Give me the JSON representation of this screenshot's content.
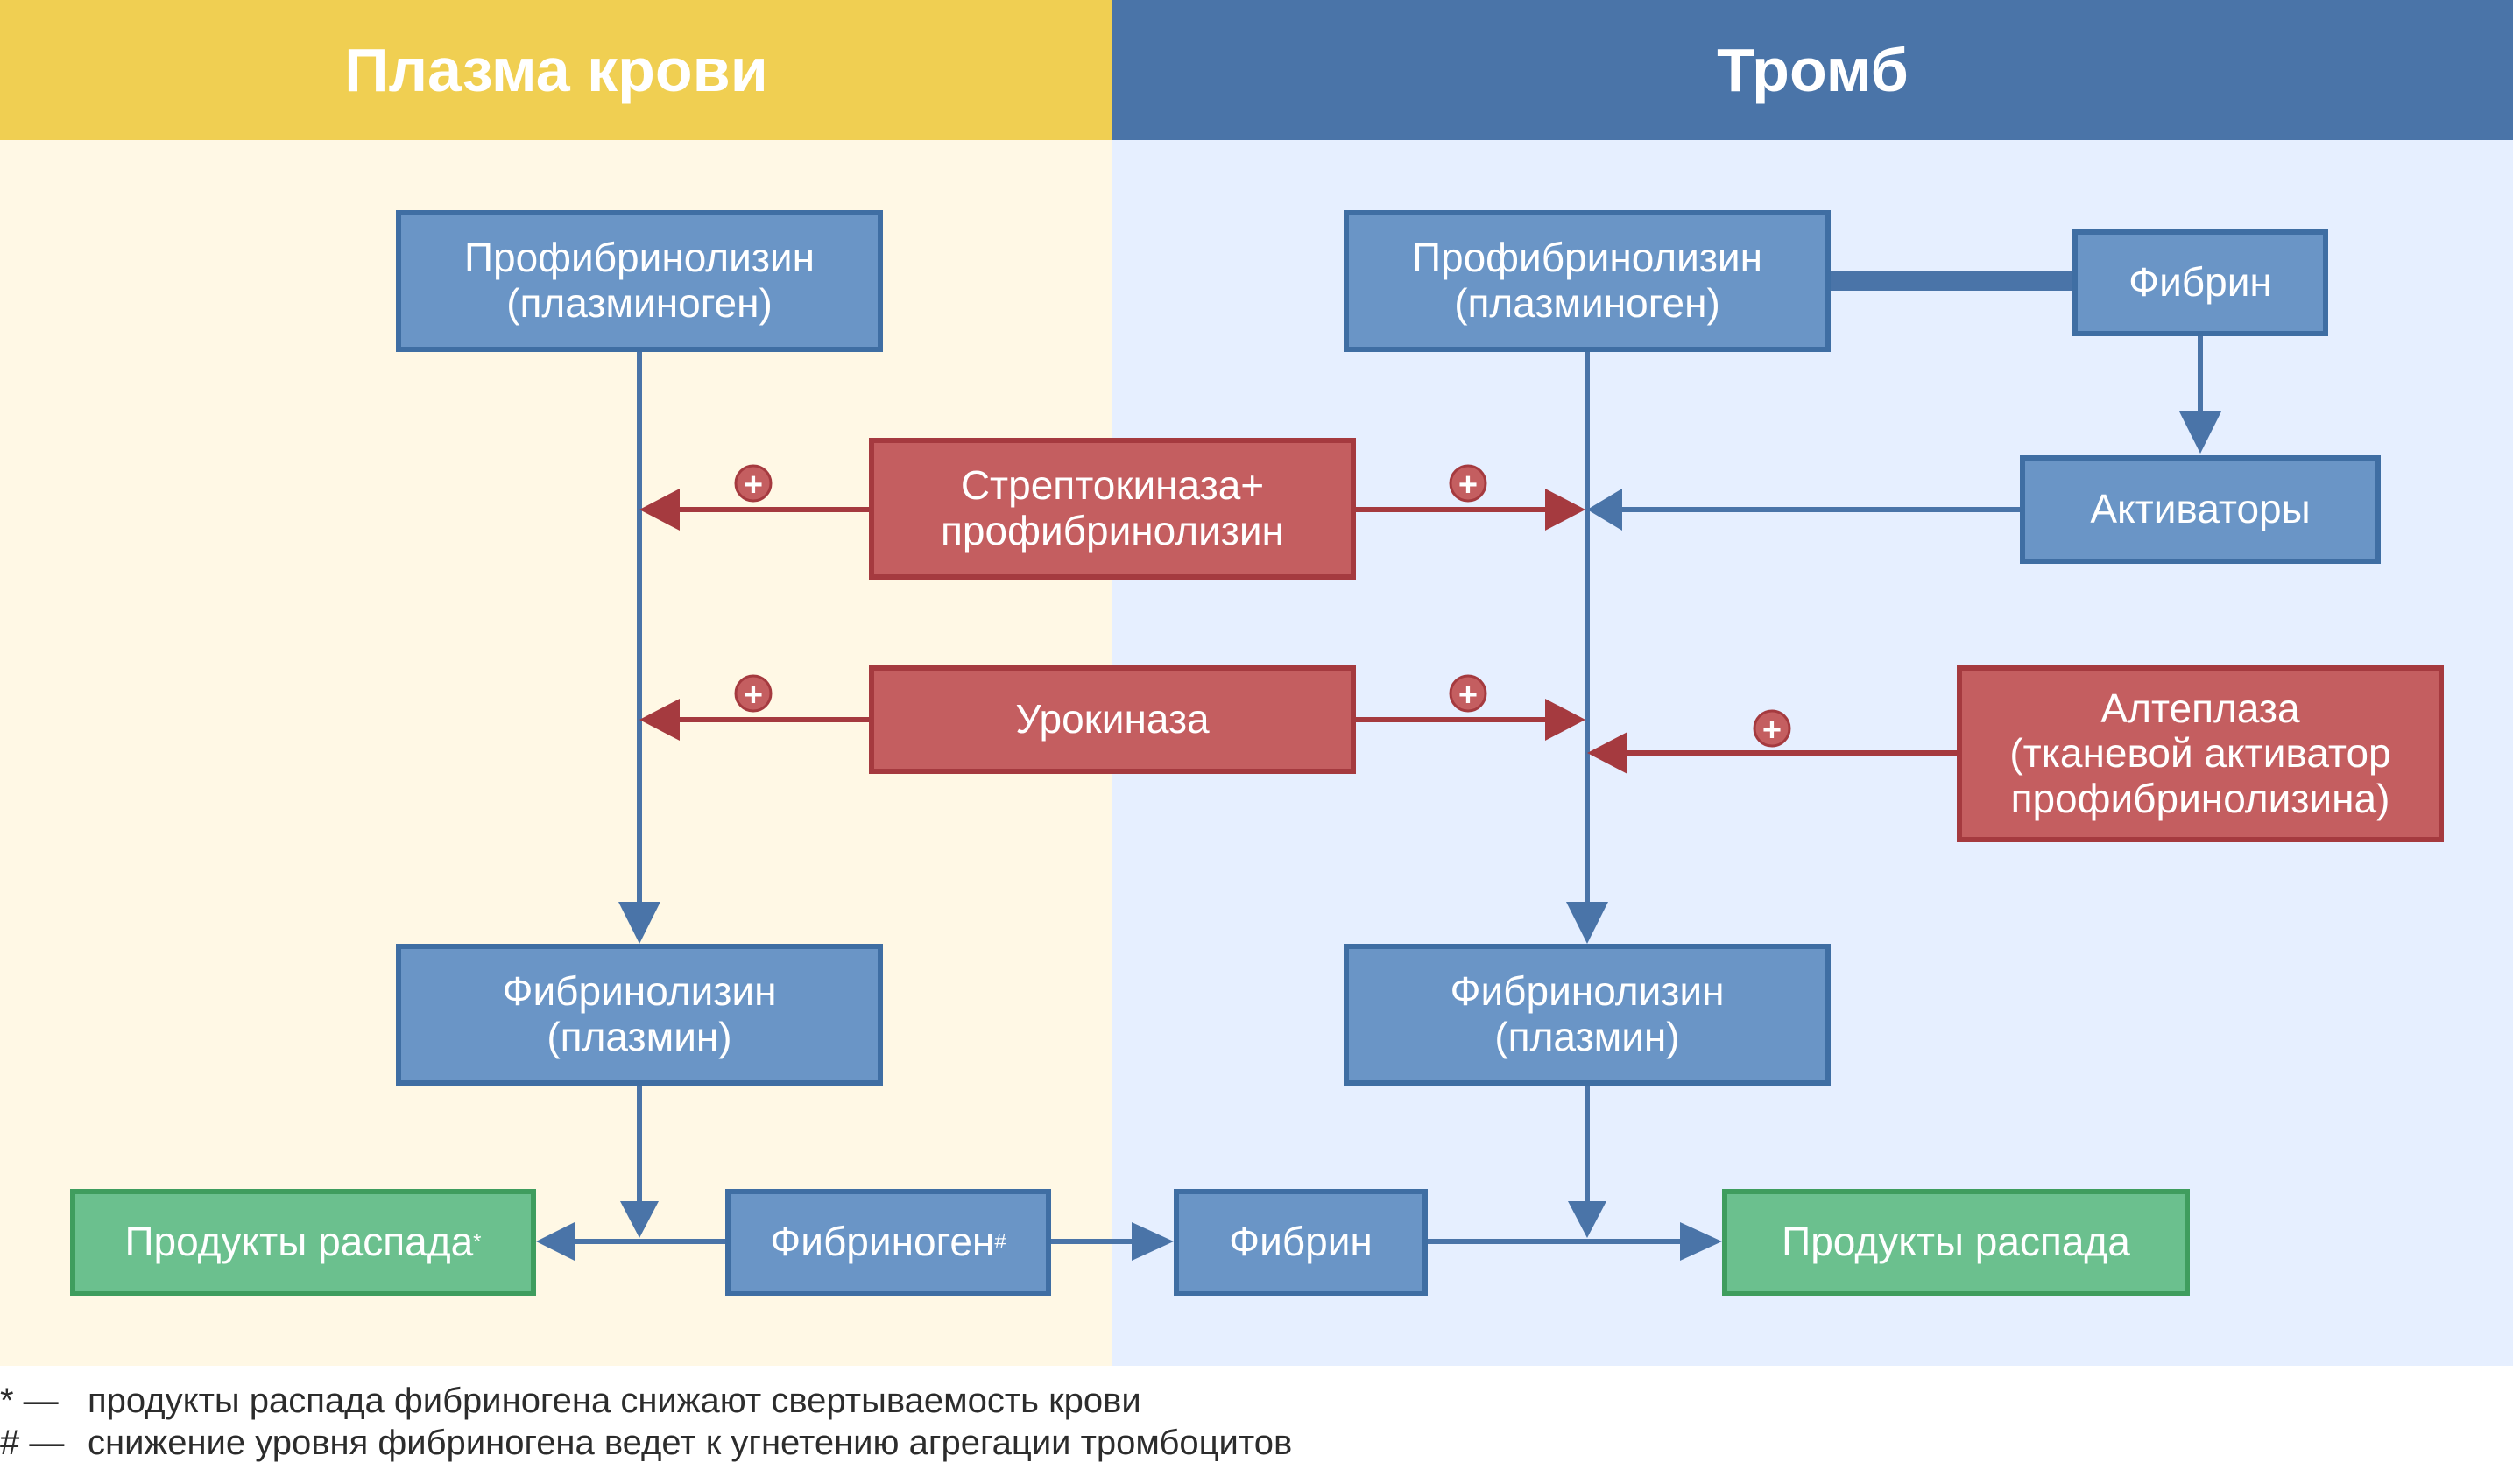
{
  "headers": {
    "plasma": "Плазма крови",
    "thrombus": "Тромб"
  },
  "plasma": {
    "profibrinolysin": "Профибринолизин\n(плазминоген)",
    "fibrinolysin": "Фибринолизин\n(плазмин)",
    "degradation_products": "Продукты распада",
    "degradation_mark": "*"
  },
  "center": {
    "streptokinase": "Стрептокиназа+\nпрофибринолизин",
    "urokinase": "Урокиназа",
    "fibrinogen": "Фибриноген",
    "fibrinogen_mark": "#"
  },
  "thrombus": {
    "profibrinolysin": "Профибринолизин\n(плазминоген)",
    "fibrin_top": "Фибрин",
    "activators": "Активаторы",
    "alteplase": "Алтеплаза\n(тканевой активатор\nпрофибринолизина)",
    "fibrinolysin": "Фибринолизин\n(плазмин)",
    "fibrin_bottom": "Фибрин",
    "degradation_products": "Продукты распада"
  },
  "plus_symbol": "+",
  "footnotes": [
    {
      "mark": "* —",
      "text": "продукты распада фибриногена снижают свертываемость крови"
    },
    {
      "mark": "# —",
      "text": "снижение уровня фибриногена ведет к угнетению агрегации тромбоцитов"
    }
  ],
  "colors": {
    "plasma_header": "#f0cf52",
    "plasma_bg": "#fff8e5",
    "thrombus_header": "#4a74a8",
    "thrombus_bg": "#e6efff",
    "blue_box": "#6a95c6",
    "red_box": "#c45e60",
    "green_box": "#6bc08e",
    "blue_arrow": "#4a74a8",
    "red_arrow": "#a53a3f"
  }
}
